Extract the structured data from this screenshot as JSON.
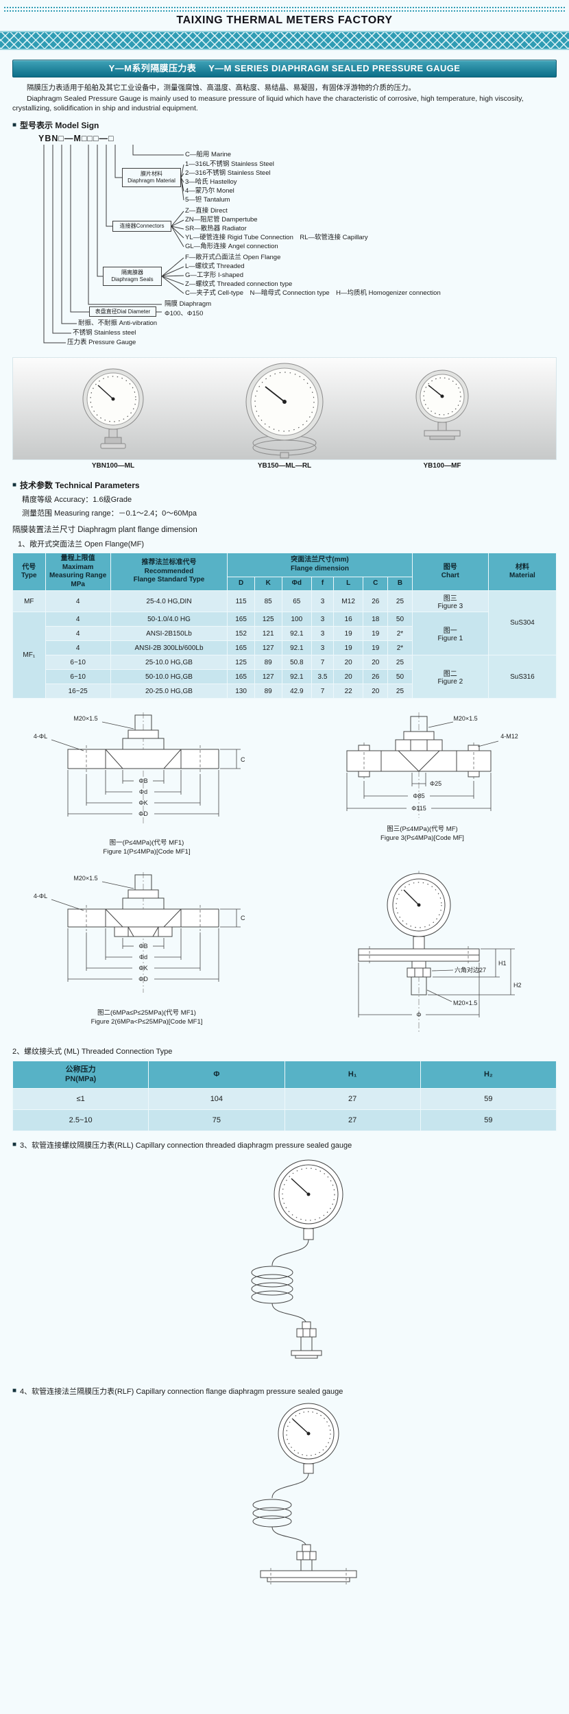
{
  "colors": {
    "teal_band": "#2f9cb4",
    "banner_dark": "#0d6e88",
    "banner_light": "#3fa3b8",
    "table_header": "#57b2c6",
    "table_row_a": "#d9edf4",
    "table_row_b": "#c7e5ee",
    "page_background": "#f4fbfd"
  },
  "bullets": {
    "square": "■"
  },
  "header": {
    "factory_title": "TAIXING THERMAL METERS FACTORY"
  },
  "banner": {
    "title_cn": "Y—M系列隔膜压力表",
    "title_en": "Y—M SERIES DIAPHRAGM SEALED PRESSURE GAUGE"
  },
  "intro": {
    "cn": "隔膜压力表适用于船舶及其它工业设备中，测量强腐蚀、高温度、高粘度、易结晶、易凝固，有固体浮游物的介质的压力。",
    "en": "Diaphragm Sealed Pressure Gauge is mainly used to measure pressure of liquid which have the characteristic of corrosive, high temperature, high viscosity, crystallizing, solidification in ship and industrial equipment."
  },
  "model_sign": {
    "heading": "型号表示 Model Sign",
    "code": "YBN□—M□□□—□",
    "marine": "C—船用 Marine",
    "material_box": "膜片材料\nDiaphragm Material",
    "materials": [
      "1—316L不锈钢 Stainless Steel",
      "2—316不锈钢 Stainless Steel",
      "3—哈氏 Hastelloy",
      "4—蒙乃尔 Monel",
      "5—钽 Tantalum"
    ],
    "connector_box": "连接器Connectors",
    "connectors": [
      "Z—直接 Direct",
      "ZN—阻尼管 Dampertube",
      "SR—散热器 Radiator",
      "YL—硬管连接 Rigid Tube Connection　RL—软管连接 Capillary",
      "GL—角形连接 Angel connection"
    ],
    "seal_box": "隔离膜器\nDiaphragm Seals",
    "seals": [
      "F—敞开式凸面法兰 Open Flange",
      "L—螺纹式 Threaded",
      "G—工字形 I-shaped",
      "Z—螺纹式 Threaded connection type",
      "C—夹子式 Cell-type　N—暗母式 Connection type　H—均质机 Homogenizer connection"
    ],
    "dial_box": "表盘直径Dial Diameter",
    "diaphragm": "隔膜 Diaphragm",
    "dial_values": "Φ100、Φ150",
    "anti_vibration": "耐振、不耐振 Anti-vibration",
    "stainless": "不锈钢 Stainless steel",
    "pressure_gauge": "压力表 Pressure Gauge"
  },
  "gauges": {
    "left_label": "YBN100—ML",
    "center_label": "YB150—ML—RL",
    "right_label": "YB100—MF"
  },
  "tech_params": {
    "heading": "技术参数 Technical Parameters",
    "accuracy": "精度等级 Accuracy：1.6级Grade",
    "range": "测量范围 Measuring range：－0.1～2.4；0～60Mpa",
    "flange_dim_title": "隔膜装置法兰尺寸 Diaphragm plant flange dimension",
    "open_flange_title": "1、敞开式突面法兰 Open Flange(MF)"
  },
  "table1": {
    "h": {
      "type": "代号\nType",
      "range": "量程上限值\nMaximam\nMeasuring Range\nMPa",
      "standard": "推荐法兰标准代号\nRecommended\nFlange Standard Type",
      "flange": "突面法兰尺寸(mm)\nFlange dimension",
      "dims": [
        "D",
        "K",
        "Φd",
        "f",
        "L",
        "C",
        "B"
      ],
      "chart": "图号\nChart",
      "material": "材料\nMaterial"
    },
    "rows": [
      {
        "type": "MF",
        "range": "4",
        "standard": "25-4.0 HG,DIN",
        "d": "115",
        "k": "85",
        "phid": "65",
        "f": "3",
        "l": "M12",
        "c": "26",
        "b": "25",
        "chart": "图三\nFigure 3",
        "material": "SuS304"
      },
      {
        "type": "MF₁",
        "range": "4",
        "standard": "50-1.0/4.0 HG",
        "d": "165",
        "k": "125",
        "phid": "100",
        "f": "3",
        "l": "16",
        "c": "18",
        "b": "50",
        "chart": "图一\nFigure 1"
      },
      {
        "range": "4",
        "standard": "ANSI-2B150Lb",
        "d": "152",
        "k": "121",
        "phid": "92.1",
        "f": "3",
        "l": "19",
        "c": "19",
        "b": "2*"
      },
      {
        "range": "4",
        "standard": "ANSI-2B 300Lb/600Lb",
        "d": "165",
        "k": "127",
        "phid": "92.1",
        "f": "3",
        "l": "19",
        "c": "19",
        "b": "2*"
      },
      {
        "range": "6~10",
        "standard": "25-10.0 HG,GB",
        "d": "125",
        "k": "89",
        "phid": "50.8",
        "f": "7",
        "l": "20",
        "c": "20",
        "b": "25",
        "chart": "图二\nFigure 2",
        "material": "SuS316"
      },
      {
        "range": "6~10",
        "standard": "50-10.0 HG,GB",
        "d": "165",
        "k": "127",
        "phid": "92.1",
        "f": "3.5",
        "l": "20",
        "c": "26",
        "b": "50"
      },
      {
        "range": "16~25",
        "standard": "20-25.0 HG,GB",
        "d": "130",
        "k": "89",
        "phid": "42.9",
        "f": "7",
        "l": "22",
        "c": "20",
        "b": "25"
      }
    ]
  },
  "figs": {
    "fig1": {
      "m20": "M20×1.5",
      "holes": "4-ΦL",
      "b": "ΦB",
      "d": "Φd",
      "k": "ΦK",
      "dd": "ΦD",
      "c": "C",
      "caption_cn": "图一(P≤4MPa)(代号 MF1)",
      "caption_en": "Figure 1(P≤4MPa)[Code MF1]"
    },
    "fig3": {
      "m20": "M20×1.5",
      "m12": "4-M12",
      "p25": "Φ25",
      "p85": "Φ85",
      "p115": "Φ115",
      "caption_cn": "图三(P≤4MPa)(代号 MF)",
      "caption_en": "Figure 3(P≤4MPa)[Code MF]"
    },
    "fig2": {
      "m20": "M20×1.5",
      "holes": "4-ΦL",
      "b": "ΦB",
      "d": "Φd",
      "k": "ΦK",
      "dd": "ΦD",
      "c": "C",
      "caption_cn": "图二(6MPa≤P≤25MPa)(代号 MF1)",
      "caption_en": "Figure 2(6MPa<P≤25MPa)[Code MF1]"
    },
    "figml": {
      "hex": "六角对边27",
      "m20": "M20×1.5",
      "phi": "Φ",
      "h1": "H1",
      "h2": "H2"
    }
  },
  "section2": {
    "title": "2、螺纹接头式 (ML) Threaded Connection Type",
    "table": {
      "h": [
        "公称压力\nPN(MPa)",
        "Φ",
        "H₁",
        "H₂"
      ],
      "rows": [
        [
          "≤1",
          "104",
          "27",
          "59"
        ],
        [
          "2.5~10",
          "75",
          "27",
          "59"
        ]
      ]
    }
  },
  "section3": {
    "title": "3、软管连接螺纹隔膜压力表(RLL) Capillary connection threaded diaphragm pressure sealed gauge"
  },
  "section4": {
    "title": "4、软管连接法兰隔膜压力表(RLF) Capillary connection flange diaphragm pressure sealed gauge"
  }
}
